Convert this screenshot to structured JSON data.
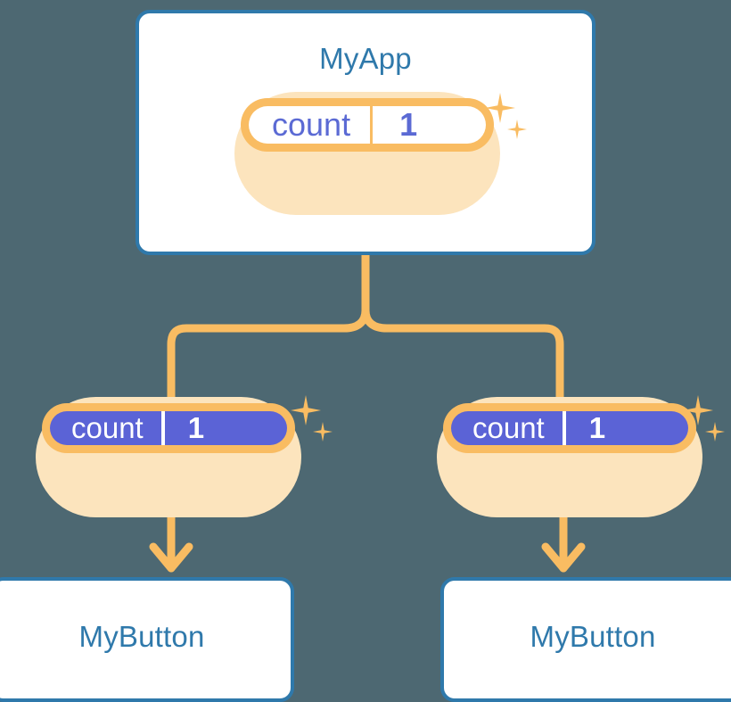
{
  "background_color": "#4d6872",
  "palette": {
    "card_border": "#2f79ab",
    "card_bg": "#ffffff",
    "title_text": "#2f79ab",
    "connector": "#f9bc62",
    "pill_ring": "#f9bc62",
    "pill_halo": "#fce4bd",
    "pill_filled_bg": "#5b63d6",
    "pill_top_text": "#5b6ad4",
    "pill_filled_text": "#ffffff",
    "sparkle": "#f9bc62"
  },
  "diagram": {
    "root": {
      "title": "MyApp",
      "state_pill": {
        "key": "count",
        "value": "1",
        "style": "outlined"
      },
      "sparkle_icons": [
        "sparkle-large-icon",
        "sparkle-small-icon"
      ]
    },
    "children": [
      {
        "state_pill": {
          "key": "count",
          "value": "1",
          "style": "filled"
        },
        "sparkle_icons": [
          "sparkle-large-icon",
          "sparkle-small-icon"
        ],
        "arrow_icon": "arrow-down-icon",
        "title": "MyButton"
      },
      {
        "state_pill": {
          "key": "count",
          "value": "1",
          "style": "filled"
        },
        "sparkle_icons": [
          "sparkle-large-icon",
          "sparkle-small-icon"
        ],
        "arrow_icon": "arrow-down-icon",
        "title": "MyButton"
      }
    ]
  }
}
